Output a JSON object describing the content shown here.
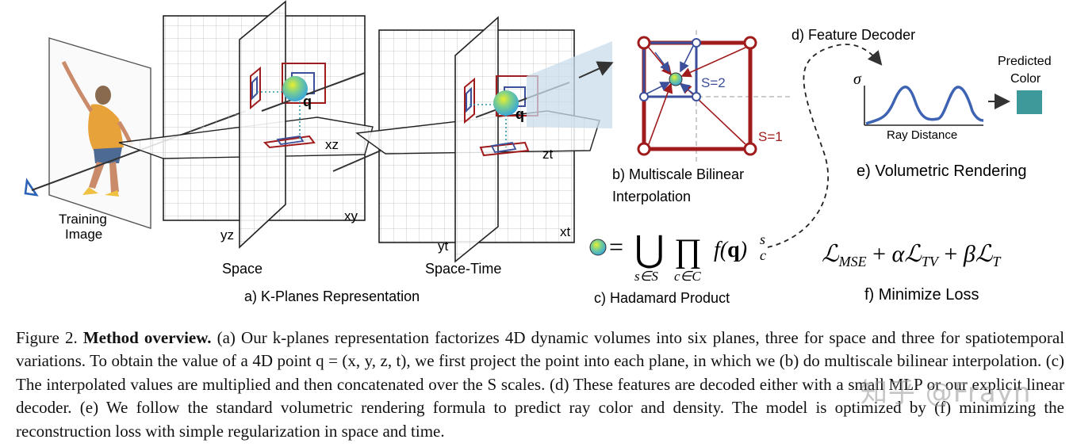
{
  "figure": {
    "labels": {
      "training_image": "Training",
      "training_image_2": "Image",
      "yz": "yz",
      "xy": "xy",
      "xz": "xz",
      "yt": "yt",
      "xt": "xt",
      "zt": "zt",
      "q": "q",
      "space": "Space",
      "space_time": "Space-Time",
      "panel_a": "a) K-Planes Representation",
      "panel_b_1": "b) Multiscale Bilinear",
      "panel_b_2": "Interpolation",
      "s2": "S=2",
      "s1": "S=1",
      "panel_c": "c) Hadamard Product",
      "panel_d": "d) Feature Decoder",
      "sigma": "σ",
      "ray_distance": "Ray Distance",
      "predicted_1": "Predicted",
      "predicted_2": "Color",
      "panel_e": "e) Volumetric Rendering",
      "panel_f": "f) Minimize Loss"
    },
    "colors": {
      "coarse_grid": "#a01b1b",
      "fine_grid": "#3b4f9a",
      "predicted_color": "#3e9a9a",
      "curve": "#3f63b3",
      "plane_highlight": "#c8dcea"
    }
  },
  "caption": {
    "fig_label": "Figure 2.",
    "bold": "Method overview.",
    "text": " (a) Our k-planes representation factorizes 4D dynamic volumes into six planes, three for space and three for spatiotemporal variations. To obtain the value of a 4D point q = (x, y, z, t), we first project the point into each plane, in which we (b) do multiscale bilinear interpolation. (c) The interpolated values are multiplied and then concatenated over the S scales. (d) These features are decoded either with a small MLP or our explicit linear decoder. (e) We follow the standard volumetric rendering formula to predict ray color and density. The model is optimized by (f) minimizing the reconstruction loss with simple regularization in space and time."
  },
  "watermark": "知乎 @Frayn"
}
